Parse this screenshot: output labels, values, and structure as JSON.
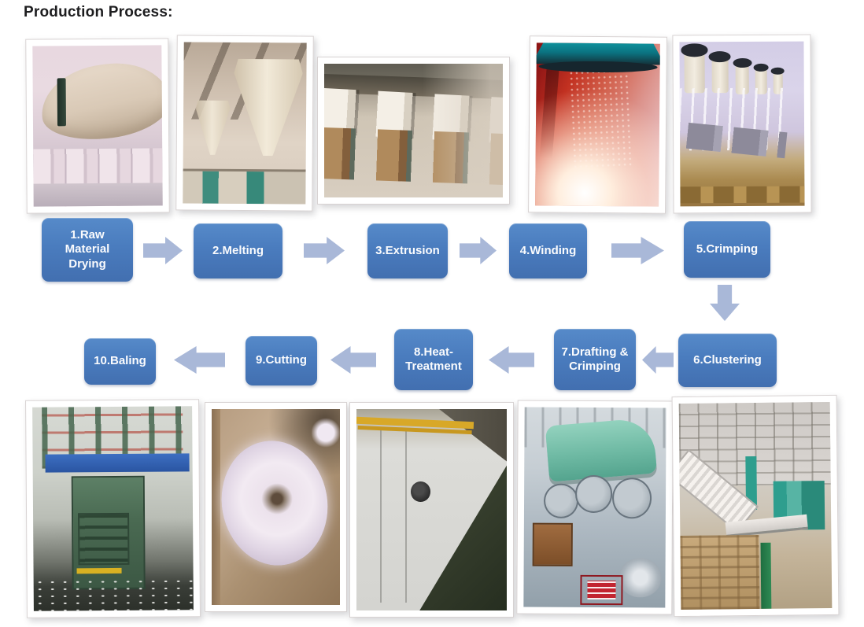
{
  "title": "Production Process:",
  "flow": {
    "row1": [
      {
        "label": "1.Raw Material Drying"
      },
      {
        "label": "2.Melting"
      },
      {
        "label": "3.Extrusion"
      },
      {
        "label": "4.Winding"
      },
      {
        "label": "5.Crimping"
      }
    ],
    "row2": [
      {
        "label": "6.Clustering"
      },
      {
        "label": "7.Drafting & Crimping"
      },
      {
        "label": "8.Heat-Treatment"
      },
      {
        "label": "9.Cutting"
      },
      {
        "label": "10.Baling"
      }
    ],
    "row1_direction": "left-to-right",
    "row2_direction": "right-to-left"
  },
  "photos": {
    "top": [
      {
        "name": "raw-material-drying-photo",
        "depicts": "insulated drying drum in pink-lit factory hall"
      },
      {
        "name": "melting-hopper-photo",
        "depicts": "conical melting hoppers under ceiling beams"
      },
      {
        "name": "extrusion-line-photo",
        "depicts": "row of extrusion machines with bronze drums"
      },
      {
        "name": "winding-furnace-photo",
        "depicts": "glowing red furnace interior with teal hood"
      },
      {
        "name": "crimping-spools-photo",
        "depicts": "row of spool stations with falling fiber strands"
      }
    ],
    "bottom": [
      {
        "name": "baling-press-photo",
        "depicts": "green vertical baling press with blue platform rail"
      },
      {
        "name": "fiber-coil-photo",
        "depicts": "white fiber tow coiled in a tan container"
      },
      {
        "name": "heat-treatment-oven-photo",
        "depicts": "long grey oven corridor with yellow pipes"
      },
      {
        "name": "drafting-machine-photo",
        "depicts": "drafting-crimping machine with rollers and red sign"
      },
      {
        "name": "clustering-line-photo",
        "depicts": "factory hall with diagonal fiber conveyor"
      }
    ]
  },
  "colors": {
    "step_box_fill": "#4a7cbe",
    "step_box_text": "#ffffff",
    "arrow_fill": "#a9b8d8",
    "title_text": "#1d1d1f",
    "page_background": "#ffffff",
    "photo_frame": "#ffffff"
  }
}
